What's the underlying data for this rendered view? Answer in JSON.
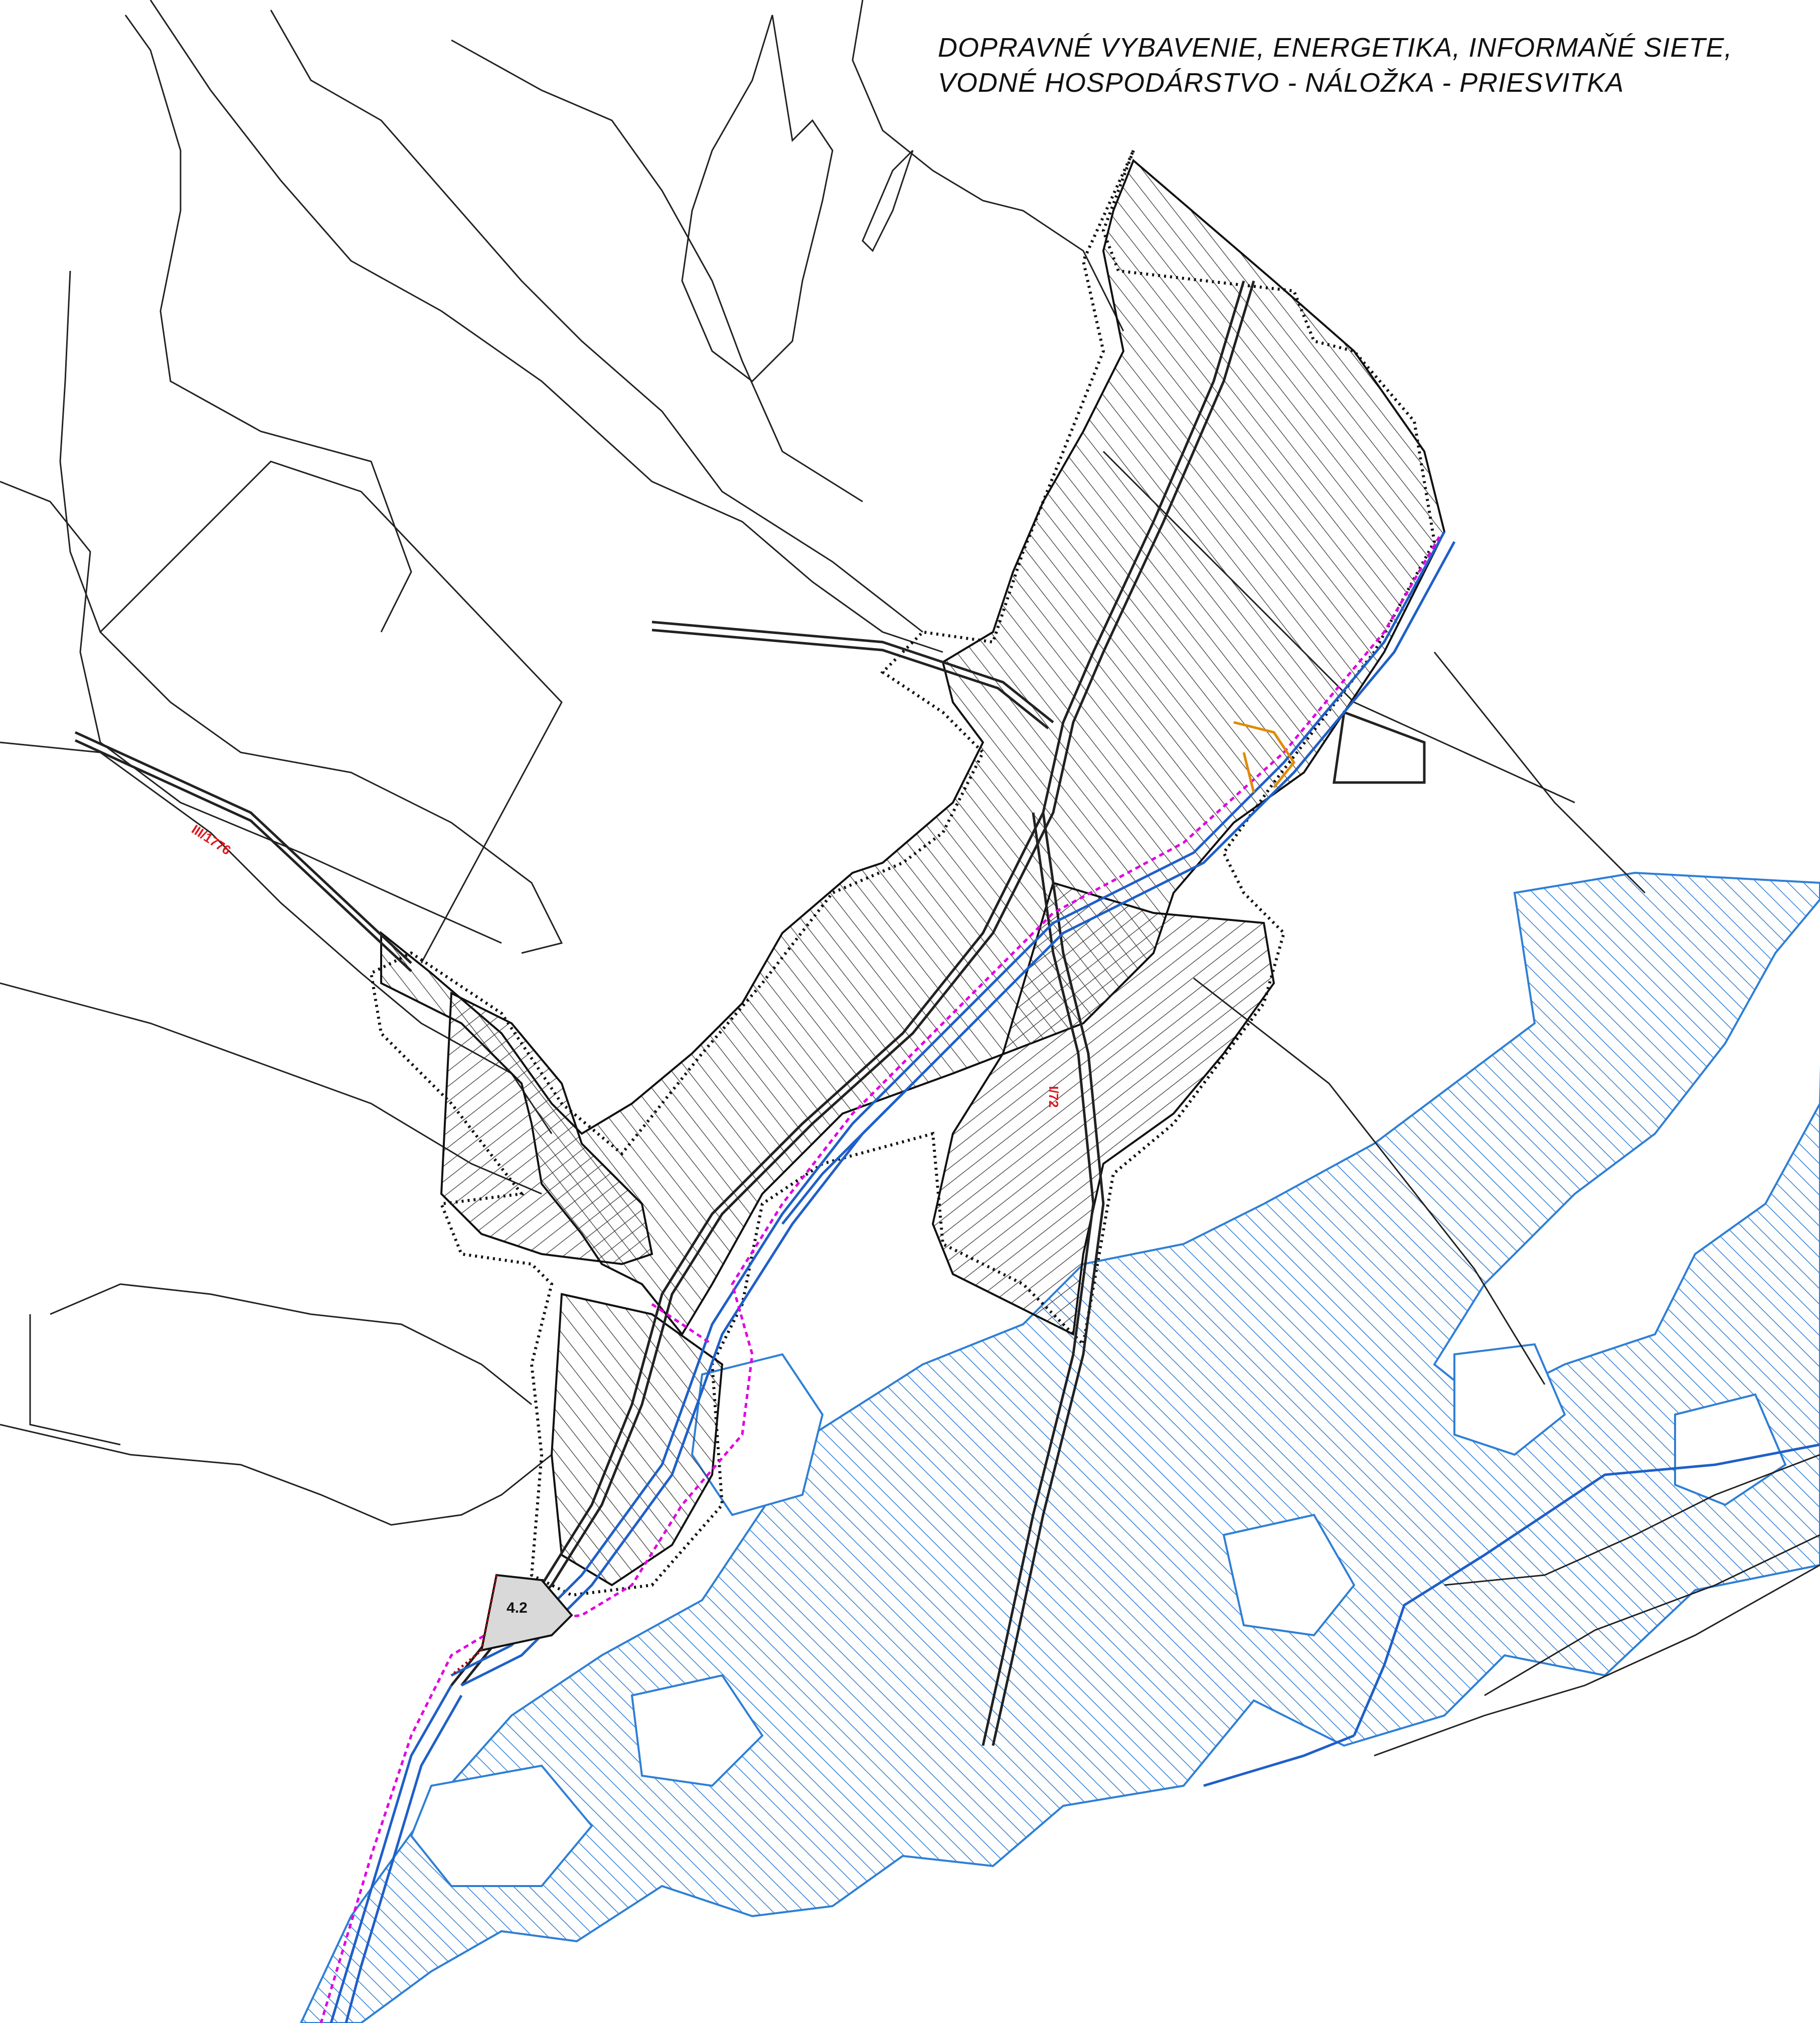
{
  "title": {
    "line1": "DOPRAVNÉ VYBAVENIE, ENERGETIKA, INFORMAŇÉ SIETE,",
    "line2": "VODNÉ HOSPODÁRSTVO - NÁLOŽKA - PRIESVITKA"
  },
  "labels": {
    "road_west": "III/1776",
    "road_center": "I/72",
    "zone": "4.2"
  },
  "colors": {
    "background": "#ffffff",
    "lines": "#222222",
    "boundary": "#111111",
    "water_hatch": "#2f7fd6",
    "river": "#1f5fc8",
    "pipeline": "#e000e0",
    "road_label": "#e0151b",
    "orange": "#e08a00",
    "zone_fill": "#d9d9d9",
    "zone_outline": "#a01010"
  }
}
